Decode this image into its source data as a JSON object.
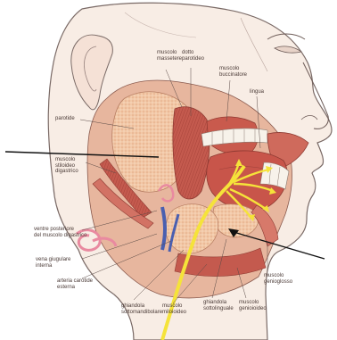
{
  "labels": {
    "muscolo_massetere": "muscolo\nmassetere",
    "dotto_parotideo": "dotto\nparotideo",
    "muscolo_buccinatore": "muscolo\nbuccinatore",
    "lingua": "lingua",
    "parotide": "parotide",
    "muscolo_stiloideo": "muscolo\nstiloideo\ndigastrico",
    "ventre_posteriore": "ventre posteriore\ndel muscolo digastrico",
    "vena_giugulare": "vena giugulare\ninterna",
    "arteria_carotide": "arteria carotide\nesterna",
    "ghiandola_sottomandibolare": "ghiandola\nsottomandibolare",
    "muscolo_miloioideo": "muscolo\nmiloioideo",
    "ghiandola_sottolinguale": "ghiandola\nsottolinguale",
    "muscolo_genioioideo": "muscolo\ngenioioideo",
    "muscolo_genioglosso": "muscolo\ngenioglosso"
  },
  "colors": {
    "nerve": "#f5e33a",
    "vein": "#4a5fb0",
    "muscle": "#c9554a",
    "gland": "#f1c9a8",
    "skin": "#f8ece4"
  }
}
